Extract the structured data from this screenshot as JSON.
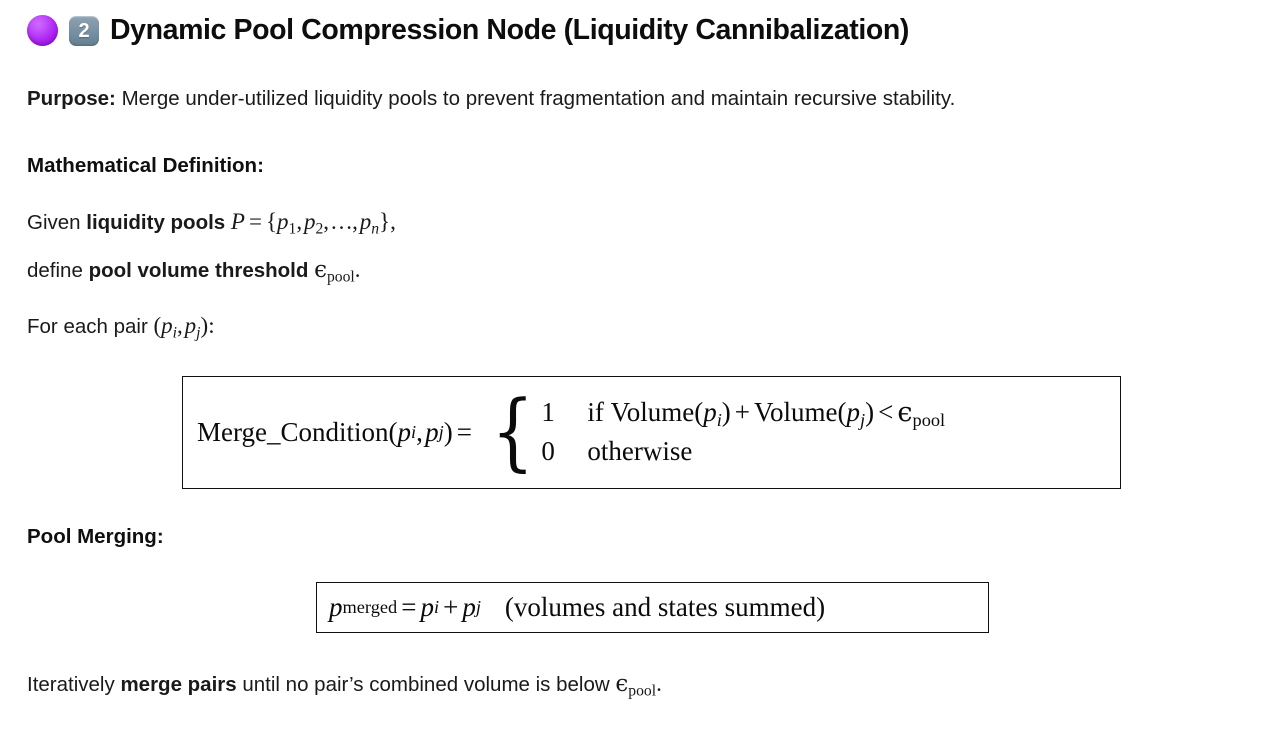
{
  "header": {
    "bullet_icon": "purple-circle-emoji",
    "badge_icon": "keycap-two-emoji",
    "badge_number": "2",
    "title": "Dynamic Pool Compression Node (Liquidity Cannibalization)",
    "bullet_color": "#a920ef",
    "badge_color": "#7b93a6"
  },
  "purpose": {
    "label": "Purpose:",
    "text": "Merge under-utilized liquidity pools to prevent fragmentation and maintain recursive stability."
  },
  "math_definition": {
    "heading": "Mathematical Definition:",
    "given_prefix": "Given",
    "given_bold": "liquidity pools",
    "given_math": {
      "symbol": "P",
      "equals": "=",
      "set_open": "{",
      "elements": [
        "p1",
        "p2",
        "...",
        "pn"
      ],
      "set_close": "}",
      "comma": ","
    },
    "define_prefix": "define",
    "define_bold": "pool volume threshold",
    "define_math": {
      "symbol": "ϵ",
      "subscript": "pool",
      "period": "."
    },
    "foreach_prefix": "For each pair",
    "foreach_math": "(p_i, p_j):"
  },
  "merge_condition": {
    "lhs_name": "Merge_Condition",
    "lhs_args": "(p_i, p_j)",
    "equals": "=",
    "cases": [
      {
        "value": "1",
        "condition": "if Volume(p_i) + Volume(p_j) < ϵ_pool"
      },
      {
        "value": "0",
        "condition": "otherwise"
      }
    ],
    "volume_fn": "Volume",
    "plus": "+",
    "less_than": "<",
    "if_word": "if",
    "otherwise_word": "otherwise",
    "epsilon": "ϵ",
    "epsilon_sub": "pool"
  },
  "pool_merging": {
    "heading": "Pool Merging:",
    "equation": {
      "lhs": "p",
      "lhs_sub": "merged",
      "equals": "=",
      "term1": "p",
      "term1_sub": "i",
      "plus": "+",
      "term2": "p",
      "term2_sub": "j",
      "note": "(volumes and states summed)"
    }
  },
  "footer": {
    "prefix": "Iteratively",
    "bold": "merge pairs",
    "middle": "until no pair’s combined volume is below",
    "epsilon": "ϵ",
    "epsilon_sub": "pool",
    "period": "."
  }
}
